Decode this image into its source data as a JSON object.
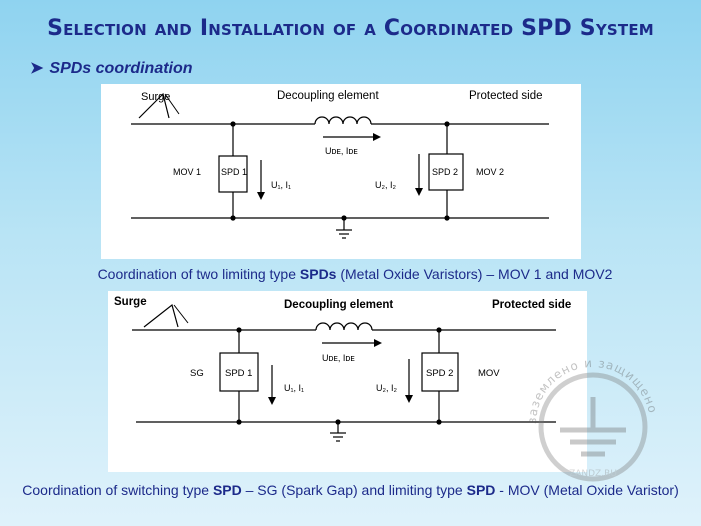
{
  "title": "Selection and Installation of a Coordinated SPD System",
  "bullet": "SPDs coordination",
  "diagram1": {
    "surge": "Surge",
    "decoupling": "Decoupling element",
    "protected": "Protected side",
    "mov1": "MOV 1",
    "spd1": "SPD 1",
    "u1": "U₁, I₁",
    "ude": "Uᴅᴇ, Iᴅᴇ",
    "u2": "U₂, I₂",
    "spd2": "SPD 2",
    "mov2": "MOV 2"
  },
  "caption1": {
    "before": "Coordination of two limiting type  ",
    "bold": "SPDs",
    "after": " (Metal Oxide Varistors) – MOV 1 and MOV2"
  },
  "diagram2": {
    "surge": "Surge",
    "decoupling": "Decoupling element",
    "protected": "Protected side",
    "sg": "SG",
    "spd1": "SPD 1",
    "u1": "U₁, I₁",
    "ude": "Uᴅᴇ, Iᴅᴇ",
    "u2": "U₂, I₂",
    "spd2": "SPD 2",
    "mov": "MOV"
  },
  "caption2": {
    "p1": "Coordination of switching type ",
    "b1": "SPD",
    "p2": " – SG (Spark Gap) and limiting type ",
    "b2": "SPD",
    "p3": " - MOV (Metal Oxide Varistor)"
  },
  "watermark": {
    "top": "заземлено и защищено",
    "bottom": "ZANDZ.RU"
  }
}
